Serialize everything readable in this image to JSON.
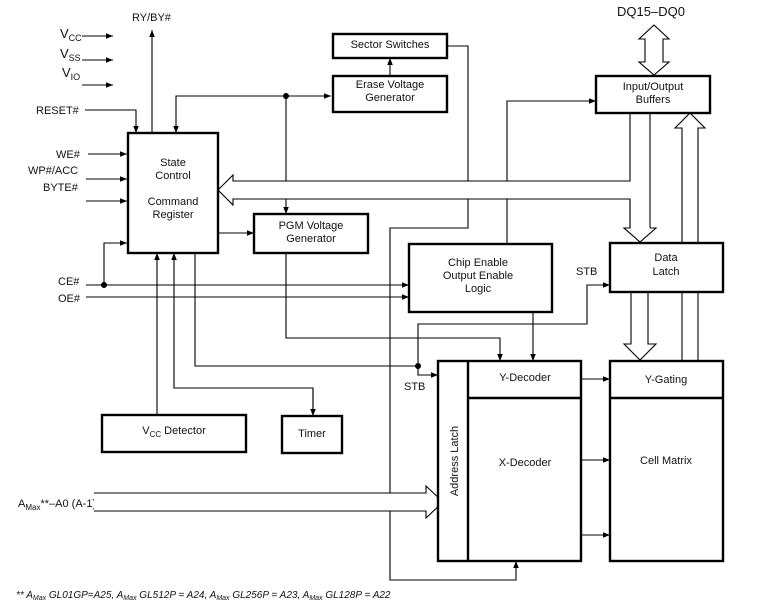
{
  "signals": {
    "vcc": "V",
    "vcc_sub": "CC",
    "vss": "V",
    "vss_sub": "SS",
    "vio": "V",
    "vio_sub": "IO",
    "reset": "RESET#",
    "we": "WE#",
    "wp_acc": "WP#/ACC",
    "byte": "BYTE#",
    "ce": "CE#",
    "oe": "OE#",
    "ry_by": "RY/BY#",
    "dq": "DQ15–DQ0",
    "stb_top": "STB",
    "stb_bottom": "STB",
    "addr_main": "A",
    "addr_sub": "Max",
    "addr_rest": "**–A0 (A-1)"
  },
  "blocks": {
    "sector_switches": "Sector Switches",
    "erase_voltage_1": "Erase Voltage",
    "erase_voltage_2": "Generator",
    "state_control_1": "State",
    "state_control_2": "Control",
    "command_register_1": "Command",
    "command_register_2": "Register",
    "pgm_voltage_1": "PGM Voltage",
    "pgm_voltage_2": "Generator",
    "io_buffers_1": "Input/Output",
    "io_buffers_2": "Buffers",
    "chip_enable_1": "Chip Enable",
    "chip_enable_2": "Output Enable",
    "chip_enable_3": "Logic",
    "data_latch_1": "Data",
    "data_latch_2": "Latch",
    "vcc_detector_v": "V",
    "vcc_detector_sub": "CC",
    "vcc_detector_rest": " Detector",
    "timer": "Timer",
    "address_latch": "Address Latch",
    "y_decoder": "Y-Decoder",
    "x_decoder": "X-Decoder",
    "y_gating": "Y-Gating",
    "cell_matrix": "Cell Matrix"
  },
  "footnote": {
    "prefix": "** ",
    "a": "A",
    "sub": "Max",
    "part1": " GL01GP=A25, ",
    "part2": " GL512P = A24, ",
    "part3": " GL256P = A23, ",
    "part4": " GL128P = A22"
  }
}
